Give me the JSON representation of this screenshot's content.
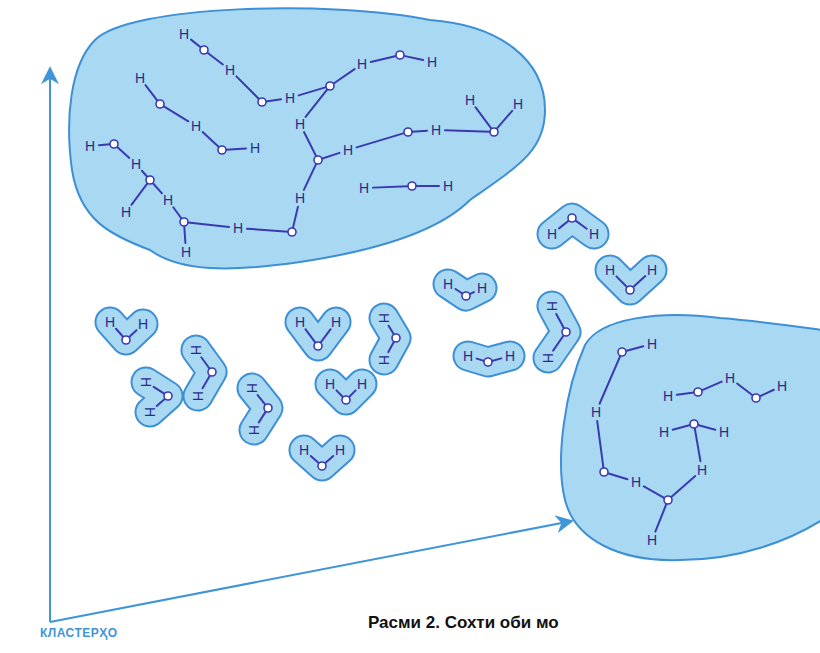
{
  "diagram": {
    "caption": "Расми 2. Сохти оби мо",
    "nodes": [
      {
        "text": [
          "H",
          "H",
          "H",
          "H",
          "H",
          "H",
          "H",
          "H",
          "H",
          "H",
          "H",
          "H",
          "H",
          "H",
          "H",
          "H",
          "H",
          "H",
          "H",
          "H",
          "H",
          "H"
        ]
      },
      {
        "text": [
          "H",
          "H"
        ]
      },
      {
        "text": [
          "H",
          "H"
        ]
      },
      {
        "text": [
          "H",
          "H"
        ]
      },
      {
        "text": [
          "H",
          "H"
        ]
      },
      {
        "text": [
          "H",
          "H"
        ]
      },
      {
        "text": [
          "H",
          "H"
        ]
      },
      {
        "text": [
          "H",
          "H"
        ]
      },
      {
        "text": [
          "H",
          "H"
        ]
      },
      {
        "text": [
          "H",
          "H"
        ]
      },
      {
        "text": [
          "H",
          "H"
        ]
      },
      {
        "text": [
          "H",
          "H"
        ]
      },
      {
        "text": [
          "H",
          "H"
        ]
      },
      {
        "text": [
          "H",
          "H"
        ]
      },
      {
        "text": [
          "H",
          "H",
          "H",
          "H",
          "H",
          "H",
          "H",
          "H",
          "H",
          "H"
        ]
      }
    ],
    "labels": [
      "КЛАСТЕРҲО"
    ]
  }
}
